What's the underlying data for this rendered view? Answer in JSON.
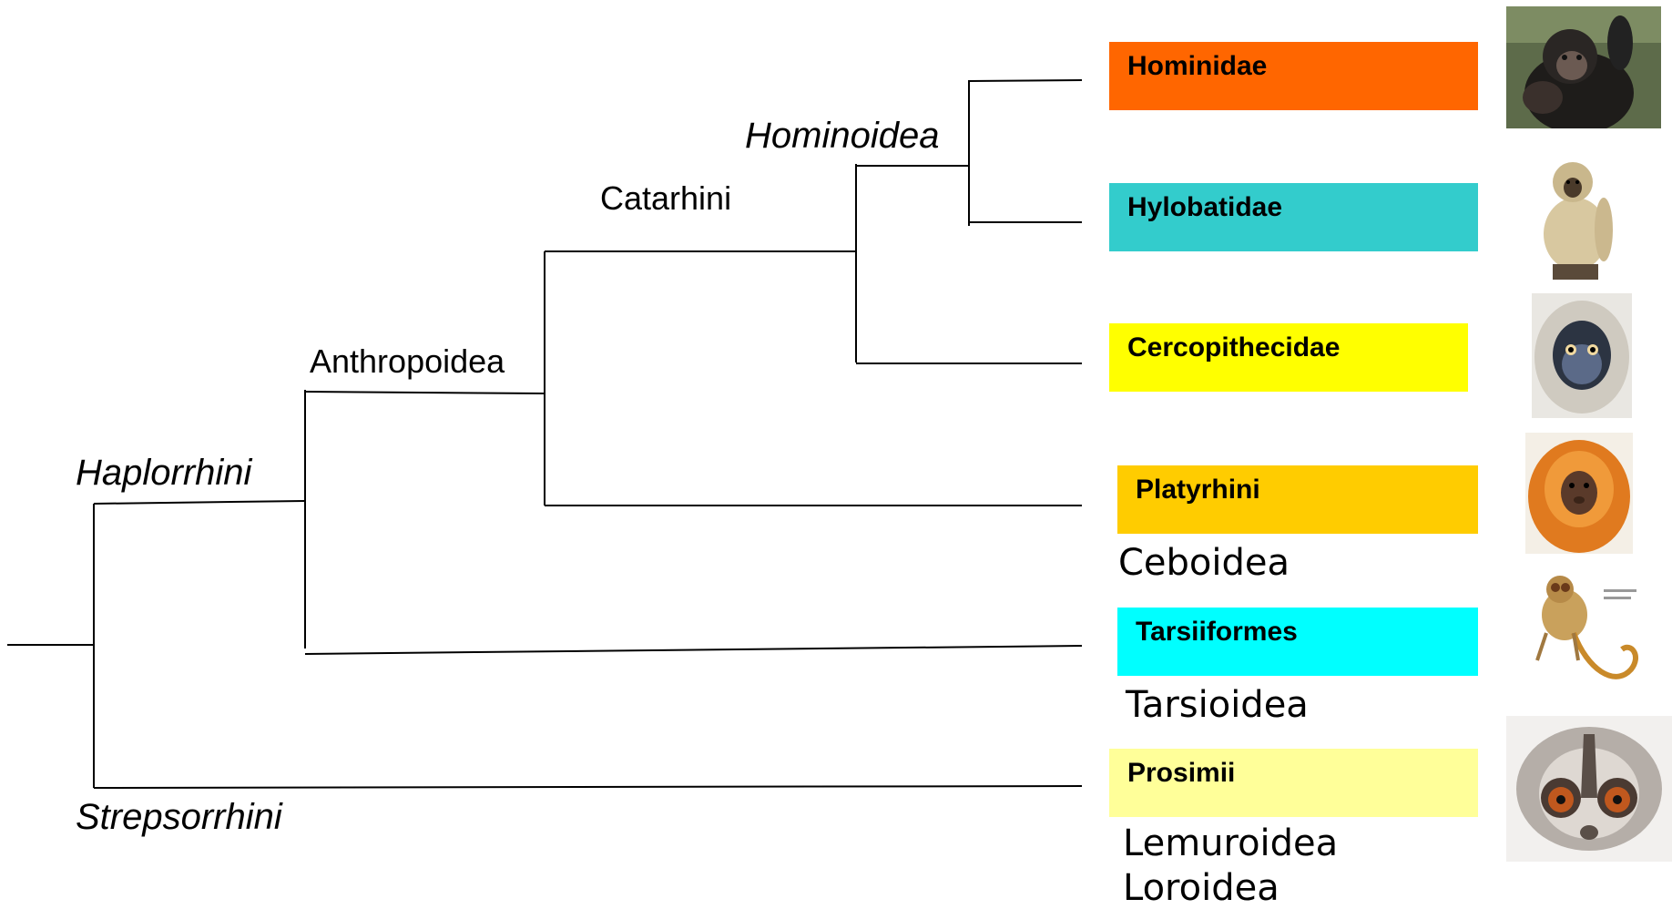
{
  "clades": {
    "haplorrhini": "Haplorrhini",
    "strepsorrhini": "Strepsorrhini",
    "anthropoidea": "Anthropoidea",
    "catarhini": "Catarhini",
    "hominoidea": "Hominoidea"
  },
  "taxa": [
    {
      "name": "Hominidae",
      "color": "#ff6600",
      "icon": "chimpanzee-photo"
    },
    {
      "name": "Hylobatidae",
      "color": "#33cccc",
      "icon": "gibbon-photo"
    },
    {
      "name": "Cercopithecidae",
      "color": "#ffff00",
      "icon": "langur-photo"
    },
    {
      "name": "Platyrhini",
      "color": "#ffcc00",
      "subgroups": [
        "Ceboidea"
      ],
      "icon": "tamarin-photo"
    },
    {
      "name": "Tarsiiformes",
      "color": "#00ffff",
      "subgroups": [
        "Tarsioidea"
      ],
      "icon": "tarsier-photo"
    },
    {
      "name": "Prosimii",
      "color": "#ffff99",
      "subgroups": [
        "Lemuroidea",
        "Loroidea"
      ],
      "icon": "loris-photo"
    }
  ]
}
